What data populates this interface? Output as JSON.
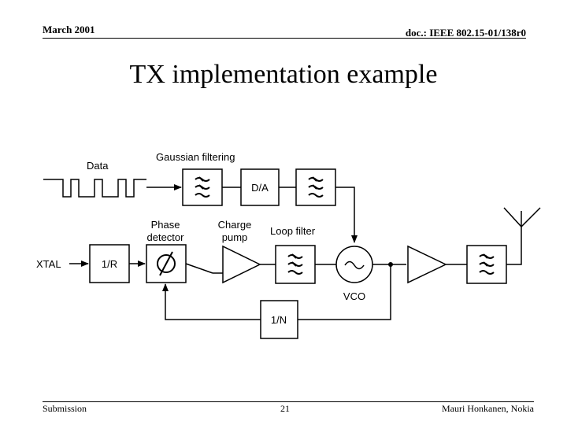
{
  "header": {
    "date": "March 2001",
    "doc_id": "doc.: IEEE 802.15-01/138r0"
  },
  "title": "TX implementation example",
  "diagram": {
    "labels": {
      "data": "Data",
      "gaussian": "Gaussian filtering",
      "da": "D/A",
      "phase_1": "Phase",
      "phase_2": "detector",
      "charge_1": "Charge",
      "charge_2": "pump",
      "loop": "Loop filter",
      "xtal": "XTAL",
      "div_r": "1/R",
      "vco": "VCO",
      "div_n": "1/N"
    }
  },
  "footer": {
    "left": "Submission",
    "page": "21",
    "right": "Mauri Honkanen, Nokia"
  }
}
